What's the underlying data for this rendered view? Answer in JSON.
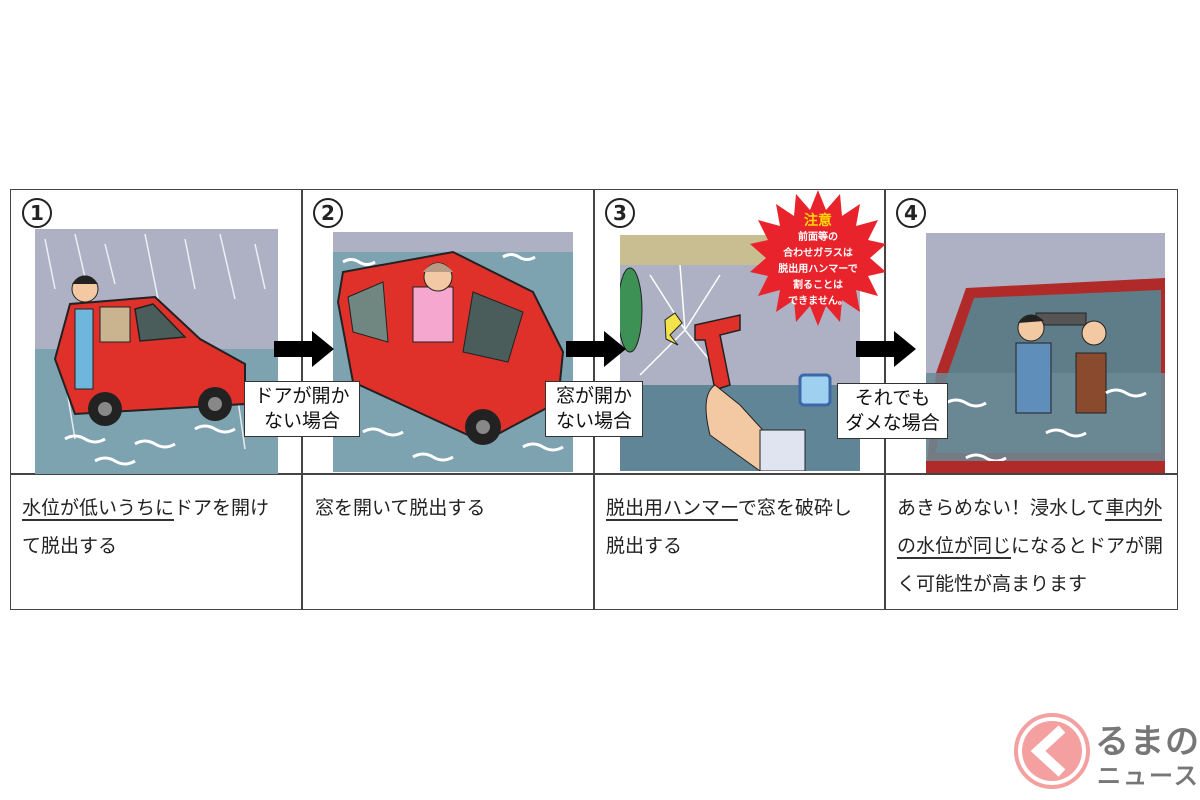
{
  "steps": [
    {
      "number": "1",
      "description_underlined": "水位が低いうちに",
      "description_rest": "ドアを開けて脱出する",
      "illustration": "man-exiting-red-car-through-open-door-in-rain-low-water"
    },
    {
      "number": "2",
      "description_underlined": "",
      "description_rest": "窓を開いて脱出する",
      "illustration": "woman-climbing-out-car-window-in-flood"
    },
    {
      "number": "3",
      "description_underlined": "脱出用ハンマー",
      "description_rest": "で窓を破砕し脱出する",
      "illustration": "hand-breaking-side-window-with-red-escape-hammer"
    },
    {
      "number": "4",
      "description_pre": "あきらめない！浸水して",
      "description_underlined": "車内外の水位が同じ",
      "description_rest": "になるとドアが開く可能性が高まります",
      "illustration": "couple-inside-flooded-car-waiting"
    }
  ],
  "transitions": [
    {
      "line1": "ドアが開か",
      "line2": "ない場合"
    },
    {
      "line1": "窓が開か",
      "line2": "ない場合"
    },
    {
      "line1": "それでも",
      "line2": "ダメな場合"
    }
  ],
  "warning": {
    "title": "注意",
    "lines": [
      "前面等の",
      "合わせガラスは",
      "脱出用ハンマーで",
      "割ることは",
      "できません。"
    ],
    "color": "#e8232b",
    "title_color": "#ffd800"
  },
  "logo": {
    "line1": "るまの",
    "line2": "ニュース",
    "mark_color": "#f4a0a0",
    "text_color": "#777777"
  },
  "colors": {
    "border": "#444444",
    "rain_sky": "#aeb0c4",
    "flood_water": "#7ea3b0",
    "car_red": "#e0302a"
  }
}
